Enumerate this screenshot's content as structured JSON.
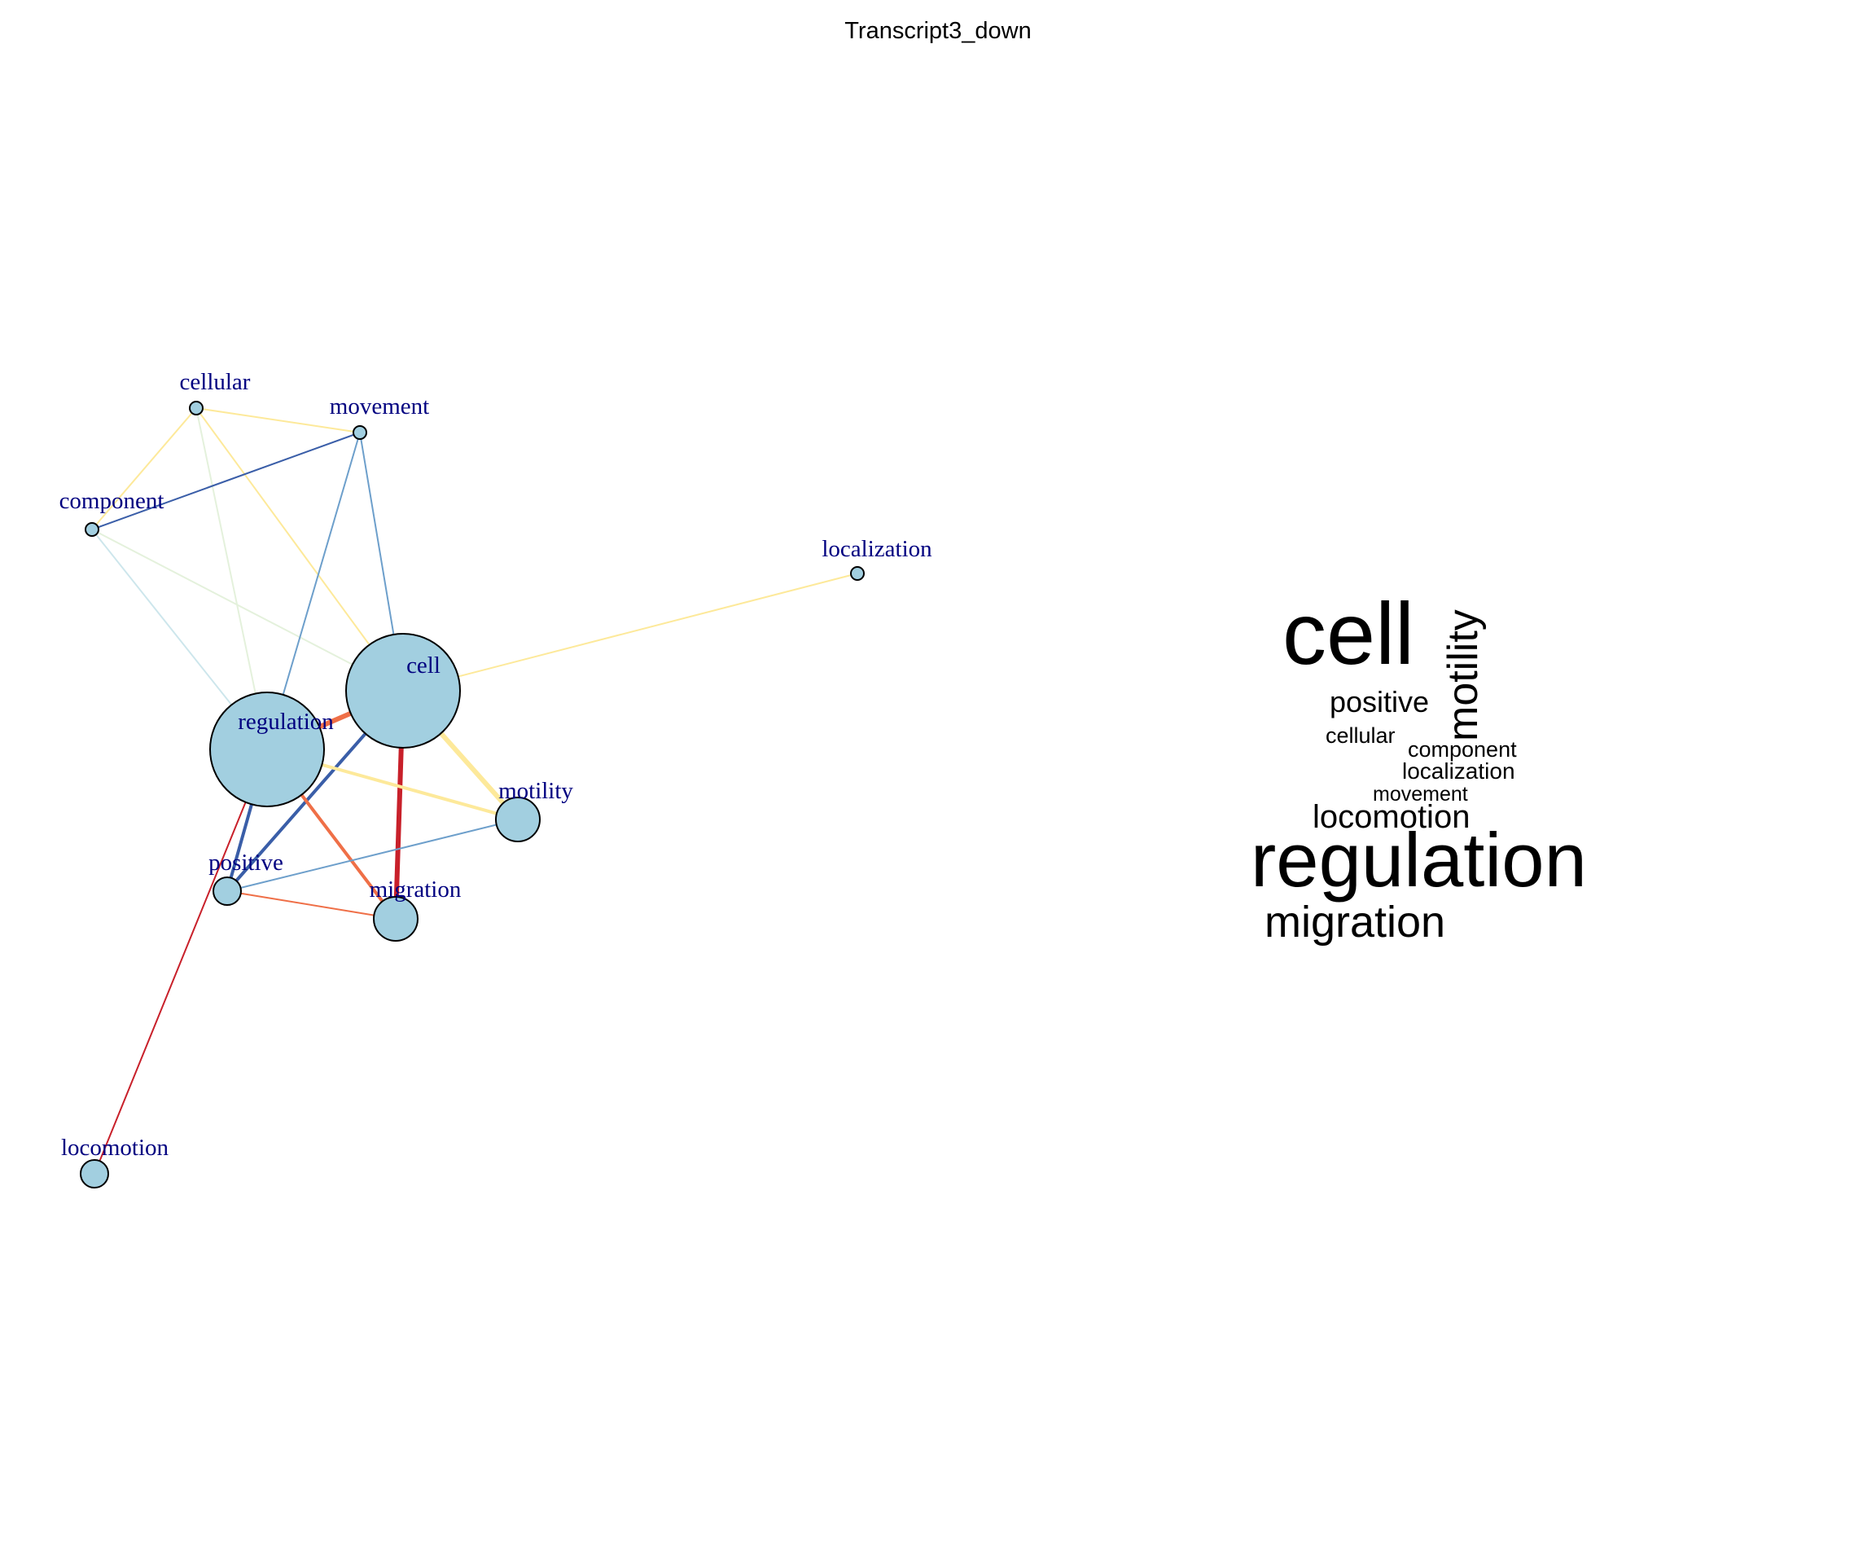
{
  "title": "Transcript3_down",
  "network": {
    "node_fill": "#a2cfe0",
    "node_stroke": "#000000",
    "label_color": "#000080",
    "nodes": [
      {
        "id": "cell",
        "label": "cell",
        "size": "large"
      },
      {
        "id": "regulation",
        "label": "regulation",
        "size": "large"
      },
      {
        "id": "motility",
        "label": "motility",
        "size": "medium"
      },
      {
        "id": "migration",
        "label": "migration",
        "size": "medium"
      },
      {
        "id": "positive",
        "label": "positive",
        "size": "small"
      },
      {
        "id": "locomotion",
        "label": "locomotion",
        "size": "small"
      },
      {
        "id": "cellular",
        "label": "cellular",
        "size": "tiny"
      },
      {
        "id": "movement",
        "label": "movement",
        "size": "tiny"
      },
      {
        "id": "component",
        "label": "component",
        "size": "tiny"
      },
      {
        "id": "localization",
        "label": "localization",
        "size": "tiny"
      }
    ],
    "edges": [
      {
        "from": "cell",
        "to": "regulation",
        "color": "#ef6f47",
        "weight": "thick"
      },
      {
        "from": "cell",
        "to": "migration",
        "color": "#c8202a",
        "weight": "thick"
      },
      {
        "from": "cell",
        "to": "motility",
        "color": "#fde99a",
        "weight": "thick"
      },
      {
        "from": "cell",
        "to": "positive",
        "color": "#3a5ea8",
        "weight": "medium"
      },
      {
        "from": "cell",
        "to": "movement",
        "color": "#6d9fcb",
        "weight": "thin"
      },
      {
        "from": "cell",
        "to": "cellular",
        "color": "#fde99a",
        "weight": "thin"
      },
      {
        "from": "cell",
        "to": "component",
        "color": "#e4f1dc",
        "weight": "thin"
      },
      {
        "from": "cell",
        "to": "localization",
        "color": "#fde99a",
        "weight": "thin"
      },
      {
        "from": "regulation",
        "to": "positive",
        "color": "#3a5ea8",
        "weight": "medium"
      },
      {
        "from": "regulation",
        "to": "migration",
        "color": "#ef6f47",
        "weight": "medium"
      },
      {
        "from": "regulation",
        "to": "motility",
        "color": "#fde99a",
        "weight": "medium"
      },
      {
        "from": "regulation",
        "to": "locomotion",
        "color": "#c8202a",
        "weight": "thin"
      },
      {
        "from": "regulation",
        "to": "movement",
        "color": "#6d9fcb",
        "weight": "thin"
      },
      {
        "from": "regulation",
        "to": "cellular",
        "color": "#e4f1dc",
        "weight": "thin"
      },
      {
        "from": "regulation",
        "to": "component",
        "color": "#cde6ec",
        "weight": "thin"
      },
      {
        "from": "positive",
        "to": "migration",
        "color": "#ef6f47",
        "weight": "thin"
      },
      {
        "from": "positive",
        "to": "motility",
        "color": "#6d9fcb",
        "weight": "thin"
      },
      {
        "from": "cellular",
        "to": "movement",
        "color": "#fde99a",
        "weight": "thin"
      },
      {
        "from": "cellular",
        "to": "component",
        "color": "#fde99a",
        "weight": "thin"
      },
      {
        "from": "movement",
        "to": "component",
        "color": "#3a5ea8",
        "weight": "thin"
      }
    ]
  },
  "wordcloud": {
    "words": [
      {
        "text": "cell",
        "rank": 1,
        "orientation": "horizontal"
      },
      {
        "text": "regulation",
        "rank": 1,
        "orientation": "horizontal"
      },
      {
        "text": "migration",
        "rank": 2,
        "orientation": "horizontal"
      },
      {
        "text": "motility",
        "rank": 2,
        "orientation": "vertical"
      },
      {
        "text": "locomotion",
        "rank": 3,
        "orientation": "horizontal"
      },
      {
        "text": "positive",
        "rank": 3,
        "orientation": "horizontal"
      },
      {
        "text": "localization",
        "rank": 4,
        "orientation": "horizontal"
      },
      {
        "text": "component",
        "rank": 4,
        "orientation": "horizontal"
      },
      {
        "text": "cellular",
        "rank": 4,
        "orientation": "horizontal"
      },
      {
        "text": "movement",
        "rank": 4,
        "orientation": "horizontal"
      }
    ]
  }
}
